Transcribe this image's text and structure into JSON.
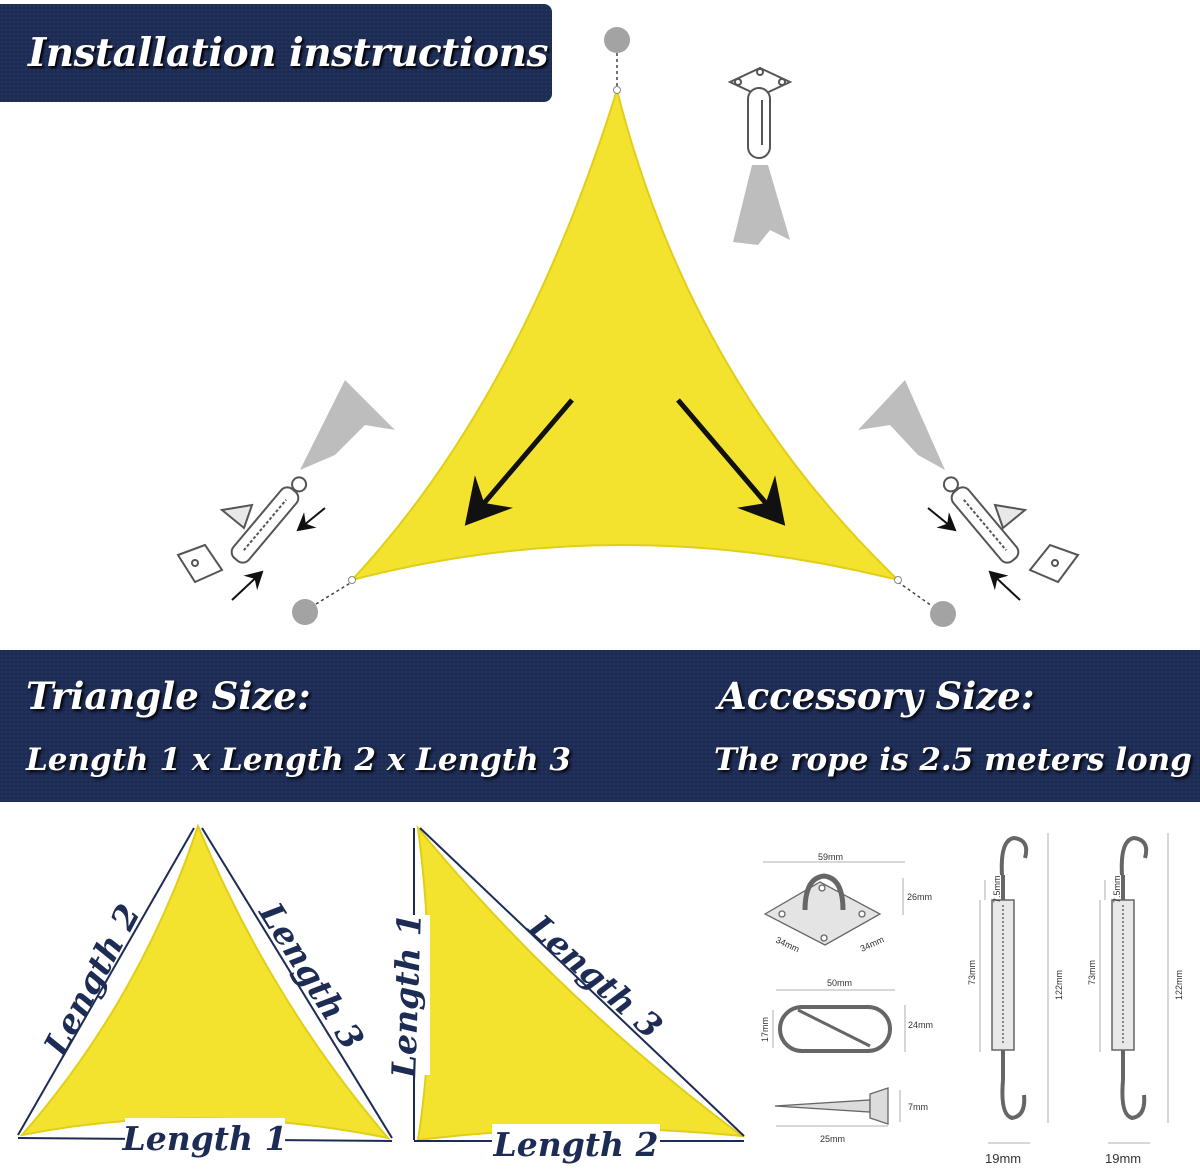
{
  "header": {
    "title": "Installation instructions"
  },
  "triangle_size": {
    "heading": "Triangle Size:",
    "formula": "Length 1 x Length 2 x Length 3"
  },
  "accessory_size": {
    "heading": "Accessory Size:",
    "rope": "The rope is 2.5 meters long"
  },
  "colors": {
    "navy": "#1d2c55",
    "sail": "#f3e32e",
    "hardware": "#9a9a9a"
  },
  "equilateral_labels": {
    "left": "Length 2",
    "right": "Length 3",
    "bottom": "Length 1"
  },
  "right_triangle_labels": {
    "left": "Length 1",
    "hypotenuse": "Length 3",
    "bottom": "Length 2"
  },
  "pad_eye": {
    "width": "59mm",
    "height": "26mm",
    "side_a": "34mm",
    "side_b": "34mm"
  },
  "carabiner": {
    "length": "50mm",
    "width": "24mm",
    "inner": "17mm"
  },
  "screw": {
    "length": "25mm",
    "head": "7mm"
  },
  "turnbuckle_1": {
    "hook": "7.5mm",
    "body": "73mm",
    "total": "122mm",
    "width": "19mm"
  },
  "turnbuckle_2": {
    "hook": "7.5mm",
    "body": "73mm",
    "total": "122mm",
    "width": "19mm"
  }
}
